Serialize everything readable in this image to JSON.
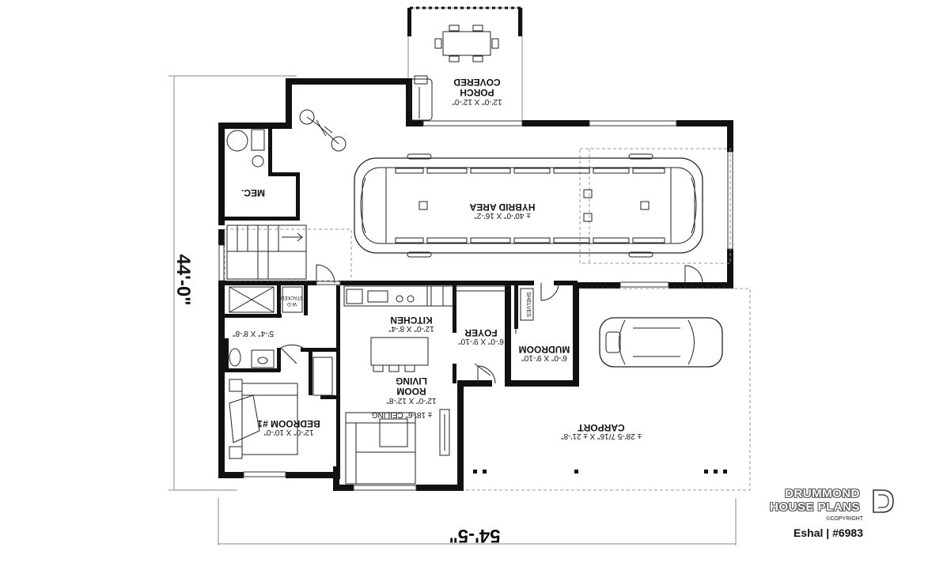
{
  "rooms": {
    "covered_porch": {
      "line1": "COVERED",
      "line2": "PORCH",
      "size": "12'-0\" X 12'-0\""
    },
    "mec": {
      "label": "MEC."
    },
    "hybrid_area": {
      "label": "HYBRID AREA",
      "size": "± 40'-0\" X 16'-2\""
    },
    "kitchen": {
      "label": "KITCHEN",
      "size": "12'-0\" X 8'-4\""
    },
    "stacked_wd": {
      "line1": "STACKED",
      "line2": "W-D"
    },
    "bath": {
      "size": "5'-4\" X 8'-8\""
    },
    "foyer": {
      "label": "FOYER",
      "size": "6'-0\" X 9'-10\""
    },
    "shelves": {
      "label": "SHELVES"
    },
    "mudroom": {
      "label": "MUDROOM",
      "size": "6'-0\" X 9'-10\""
    },
    "living_room": {
      "line1": "LIVING",
      "line2": "ROOM",
      "size": "12'-0\" X 12'-8\"",
      "ceiling": "± 18'-6\" CEILING"
    },
    "bedroom1": {
      "label": "BEDROOM #1",
      "size": "12'-0\" X 10'-0\""
    },
    "carport": {
      "label": "CARPORT",
      "size": "± 28'-5 7/16\" X ± 21'-8\""
    }
  },
  "dimensions": {
    "width": "54'-5\"",
    "depth": "44'-0\""
  },
  "brand": {
    "line1": "DRUMMOND",
    "line2": "HOUSE PLANS",
    "copyright": "©COPYRIGHT",
    "plan_name": "Eshal | #6983"
  }
}
